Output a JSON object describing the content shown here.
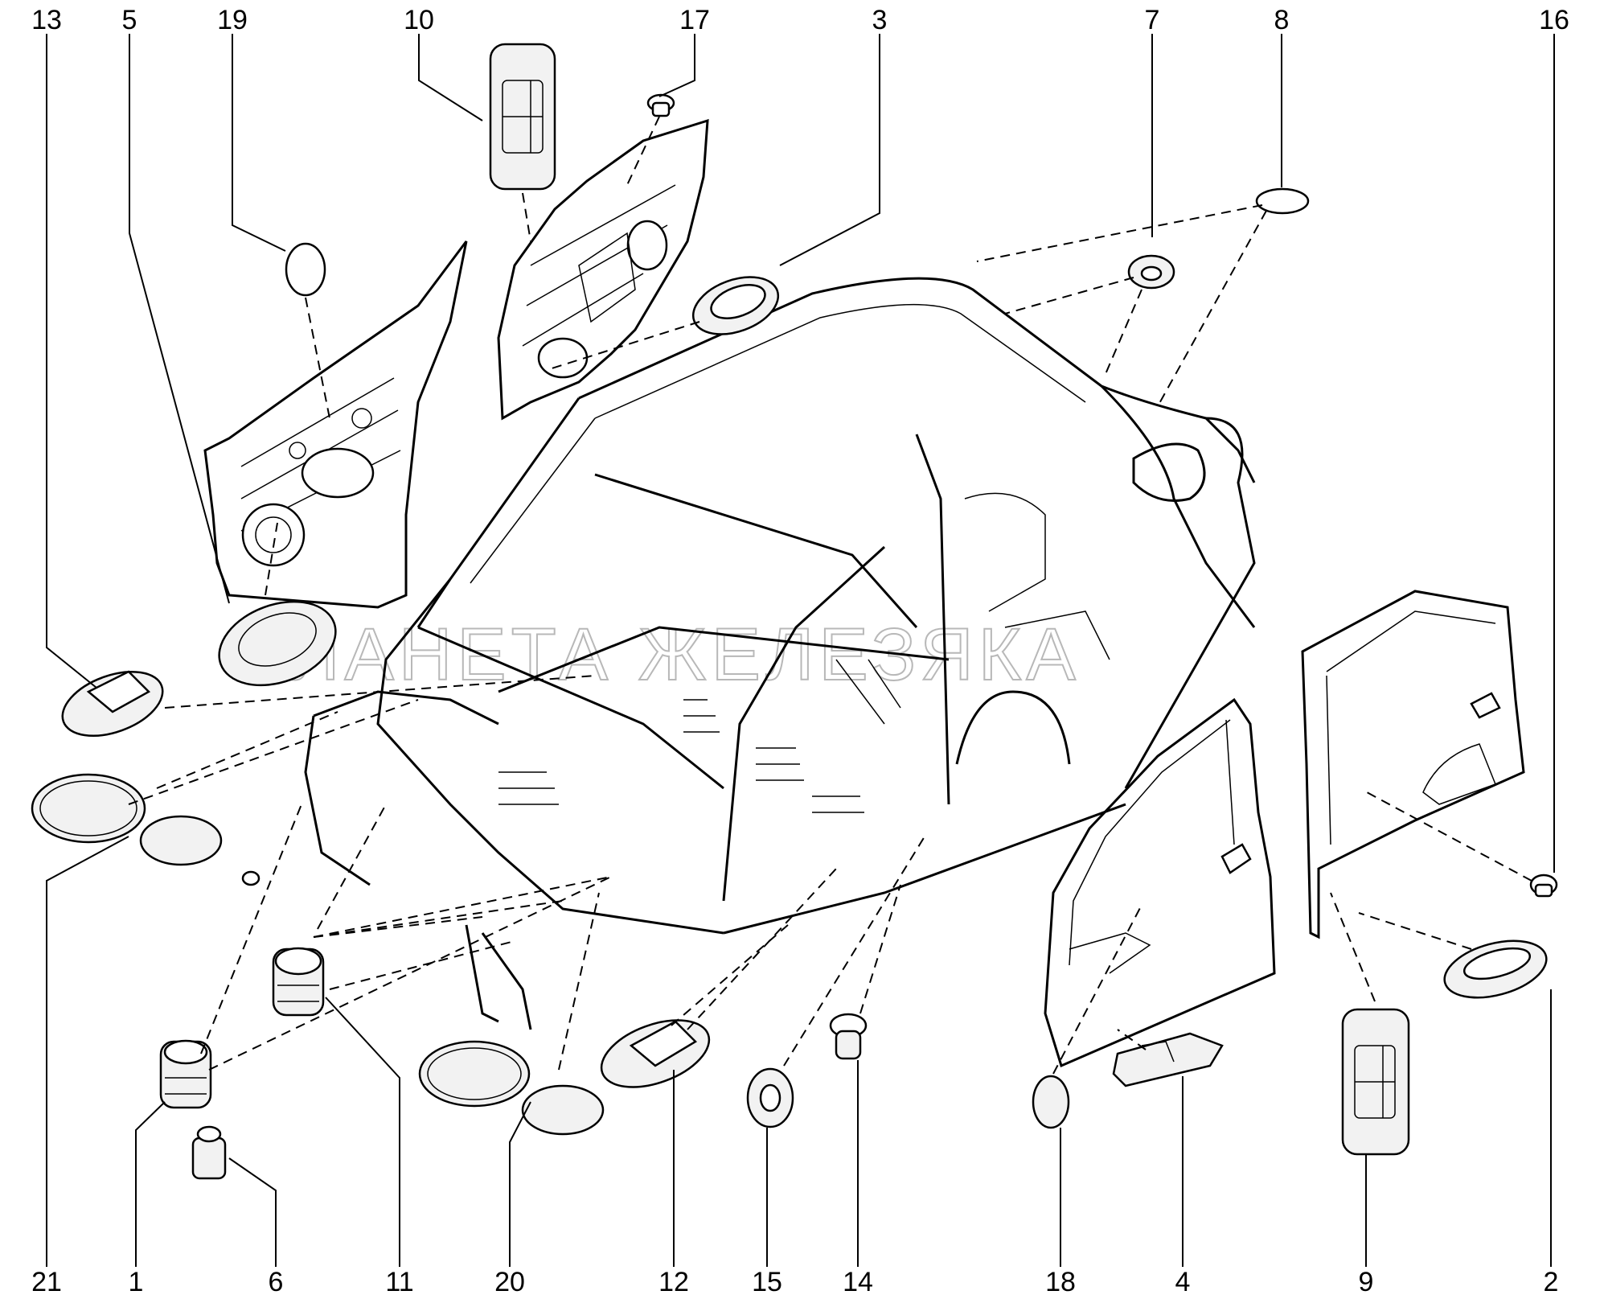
{
  "watermark": "ПЛАНЕТА ЖЕЛЕЗЯКА",
  "top_callouts": [
    "13",
    "5",
    "19",
    "10",
    "17",
    "3",
    "7",
    "8",
    "16"
  ],
  "bottom_callouts": [
    "21",
    "1",
    "6",
    "11",
    "20",
    "12",
    "15",
    "14",
    "18",
    "4",
    "9",
    "2"
  ]
}
